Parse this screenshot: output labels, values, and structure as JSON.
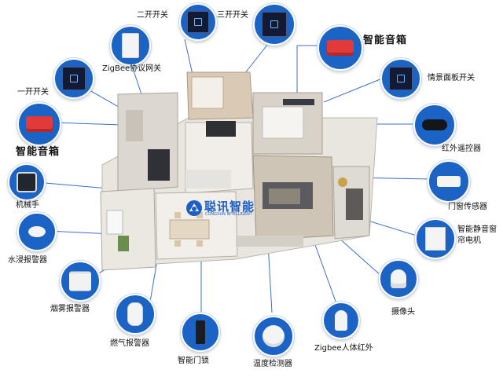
{
  "logo": {
    "name": "聪讯智能",
    "sub": "CONGXUN INTELLIGENT"
  },
  "devices": [
    {
      "id": "zigbee-gateway",
      "label": "ZigBee协议网关"
    },
    {
      "id": "two-gang-switch",
      "label": "二开开关"
    },
    {
      "id": "three-gang-switch",
      "label": "三开开关"
    },
    {
      "id": "smart-speaker-top",
      "label": "智能音箱"
    },
    {
      "id": "scene-panel-switch",
      "label": "情景面板开关"
    },
    {
      "id": "one-gang-switch",
      "label": "一开开关"
    },
    {
      "id": "smart-speaker-left",
      "label": "智能音箱"
    },
    {
      "id": "ir-remote",
      "label": "红外遥控器"
    },
    {
      "id": "manipulator",
      "label": "机械手"
    },
    {
      "id": "door-sensor",
      "label": "门窗传感器"
    },
    {
      "id": "water-leak-alarm",
      "label": "水浸报警器"
    },
    {
      "id": "curtain-motor",
      "label": "智能静音窗帘电机"
    },
    {
      "id": "smoke-alarm",
      "label": "烟雾报警器"
    },
    {
      "id": "camera",
      "label": "摄像头"
    },
    {
      "id": "gas-alarm",
      "label": "燃气报警器"
    },
    {
      "id": "smart-door-lock",
      "label": "智能门锁"
    },
    {
      "id": "temp-humidity-sensor",
      "label": "温度检测器"
    },
    {
      "id": "zigbee-pir",
      "label": "Zigbee人体红外"
    }
  ]
}
